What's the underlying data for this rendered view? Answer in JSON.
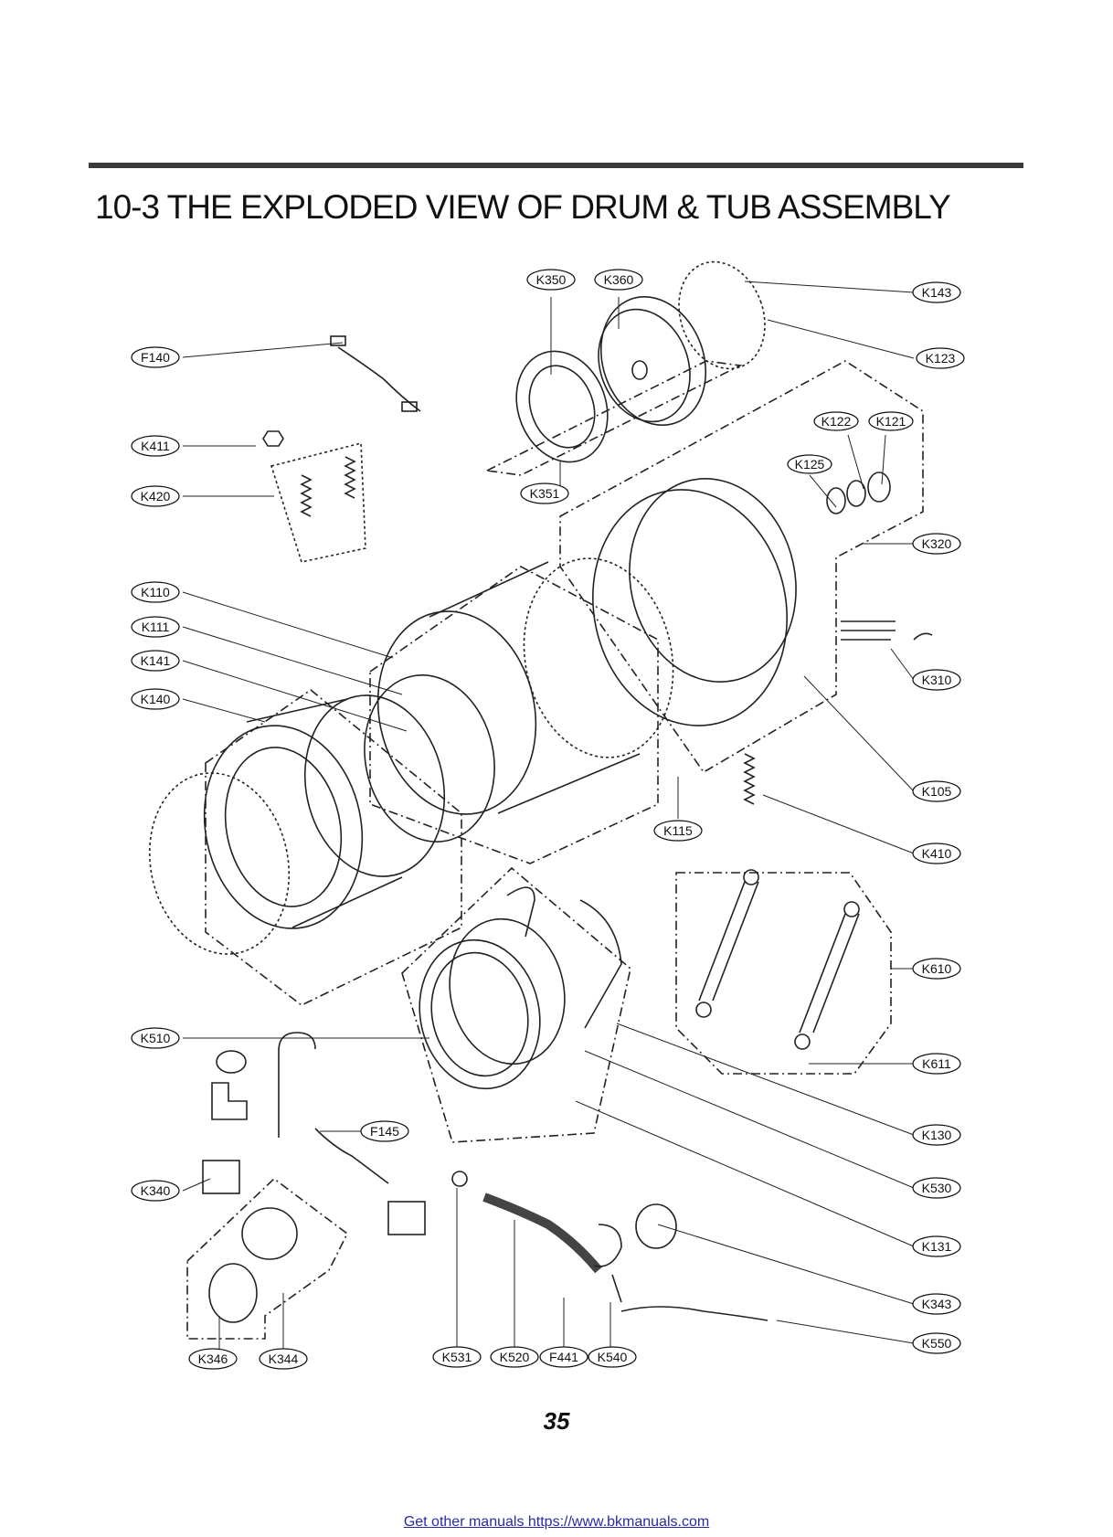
{
  "header": {
    "title": "10-3 THE EXPLODED VIEW OF DRUM & TUB ASSEMBLY"
  },
  "labels": {
    "K350": "K350",
    "K360": "K360",
    "K143": "K143",
    "F140": "F140",
    "K123": "K123",
    "K122": "K122",
    "K121": "K121",
    "K411": "K411",
    "K125": "K125",
    "K420": "K420",
    "K351": "K351",
    "K320": "K320",
    "K110": "K110",
    "K111": "K111",
    "K141": "K141",
    "K310": "K310",
    "K140": "K140",
    "K105": "K105",
    "K115": "K115",
    "K410": "K410",
    "K610": "K610",
    "K510": "K510",
    "K611": "K611",
    "F145": "F145",
    "K130": "K130",
    "K340": "K340",
    "K530": "K530",
    "K131": "K131",
    "K343": "K343",
    "K550": "K550",
    "K346": "K346",
    "K344": "K344",
    "K531": "K531",
    "K520": "K520",
    "F441": "F441",
    "K540": "K540"
  },
  "page_number": "35",
  "footer": {
    "text": "Get other manuals https://www.bkmanuals.com"
  }
}
